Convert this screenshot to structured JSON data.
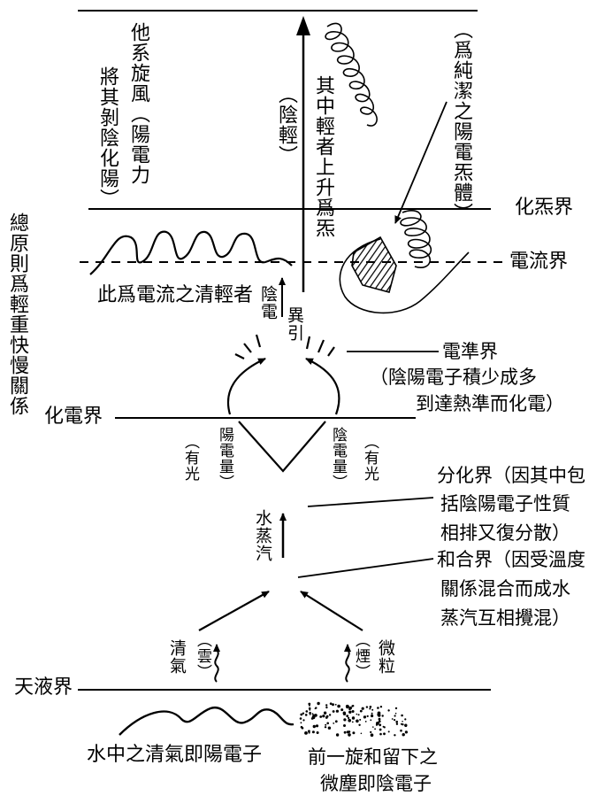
{
  "levels": {
    "huaqi_jie": "化炁界",
    "dianliu_jie": "電流界",
    "huadian_jie": "化電界",
    "tianye_jie": "天液界"
  },
  "notes": {
    "top_left_col1": "他系旋風（陽電力",
    "top_left_col2": "將其剝陰化陽）",
    "center_col": "其中輕者上升爲炁",
    "center_paren": "（陰輕）",
    "top_right_paren": "（爲純潔之陽電炁體）",
    "left_vertical": "總原則爲輕重快慢關係",
    "clear_light": "此爲電流之清輕者",
    "yin_dian": "陰電",
    "yi_yin": "異引",
    "dianzhun_title": "電準界",
    "dianzhun_line1": "（陰陽電子積少成多",
    "dianzhun_line2": "到達熱準而化電）",
    "left_v_paren": "（有光",
    "left_v_text": "陽電量）",
    "right_v_paren": "（有光",
    "right_v_text": "陰電量）",
    "fenhua_line1": "分化界（因其中包",
    "fenhua_line2": "括陰陽電子性質",
    "fenhua_line3": "相排又復分散）",
    "shui_zhengqi": "水蒸汽",
    "hehe_line1": "和合界（因受溫度",
    "hehe_line2": "關係混合而成水",
    "hehe_line3": "蒸汽互相攪混）",
    "qingqi": "清氣",
    "yun": "（雲）",
    "weili": "微粒",
    "yan": "（煙）",
    "bottom_left": "水中之清氣即陽電子",
    "bottom_right_line1": "前一旋和留下之",
    "bottom_right_line2": "微塵即陰電子"
  }
}
